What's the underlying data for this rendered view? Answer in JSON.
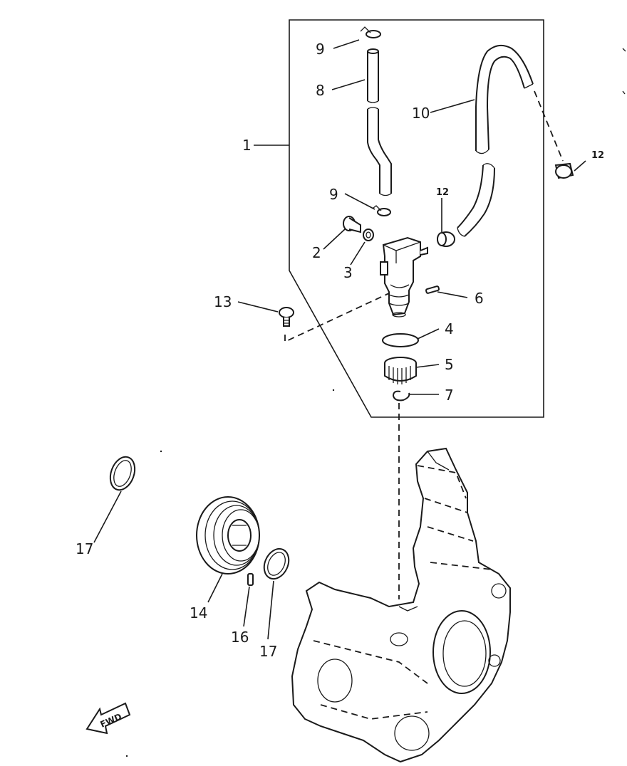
{
  "callouts": {
    "c1": "1",
    "c2": "2",
    "c3": "3",
    "c4": "4",
    "c5": "5",
    "c6": "6",
    "c7": "7",
    "c8": "8",
    "c9a": "9",
    "c9b": "9",
    "c10": "10",
    "c12a": "12",
    "c12b": "12",
    "c13": "13",
    "c14": "14",
    "c16": "16",
    "c17a": "17",
    "c17b": "17"
  },
  "fwd_arrow": {
    "label": "FWD"
  }
}
